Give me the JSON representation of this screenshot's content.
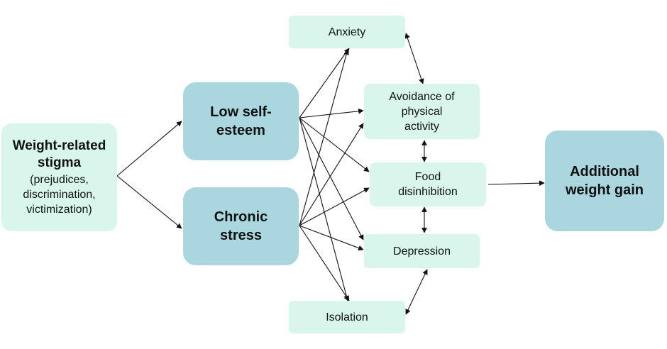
{
  "nodes": {
    "stigma": {
      "title": "Weight-related stigma",
      "detail": "(prejudices, discrimination, victimization)"
    },
    "low_self_esteem": {
      "label": "Low self-esteem"
    },
    "chronic_stress": {
      "label": "Chronic stress"
    },
    "anxiety": {
      "label": "Anxiety"
    },
    "avoidance": {
      "label": "Avoidance of physical activity"
    },
    "food": {
      "label": "Food disinhibition"
    },
    "depression": {
      "label": "Depression"
    },
    "isolation": {
      "label": "Isolation"
    },
    "weight_gain": {
      "label": "Additional weight gain"
    }
  },
  "colors": {
    "light_node": "#d9f6ec",
    "dark_node": "#a9d6df",
    "arrow": "#111111"
  }
}
